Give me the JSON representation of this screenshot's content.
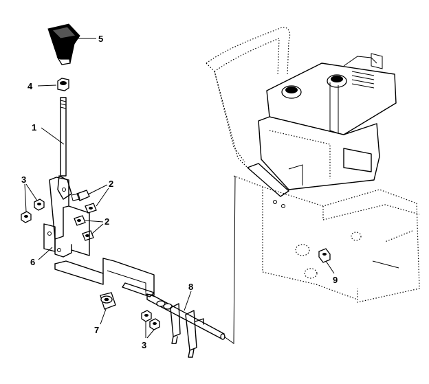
{
  "callouts": {
    "knob": "5",
    "nut_top": "4",
    "lever_rod": "1",
    "bolts_upper": "2",
    "bolts_lower": "2",
    "nuts_left": "3",
    "bracket": "6",
    "bushing": "7",
    "nuts_bottom": "3",
    "shift_rod": "8",
    "engine_bolt": "9"
  }
}
